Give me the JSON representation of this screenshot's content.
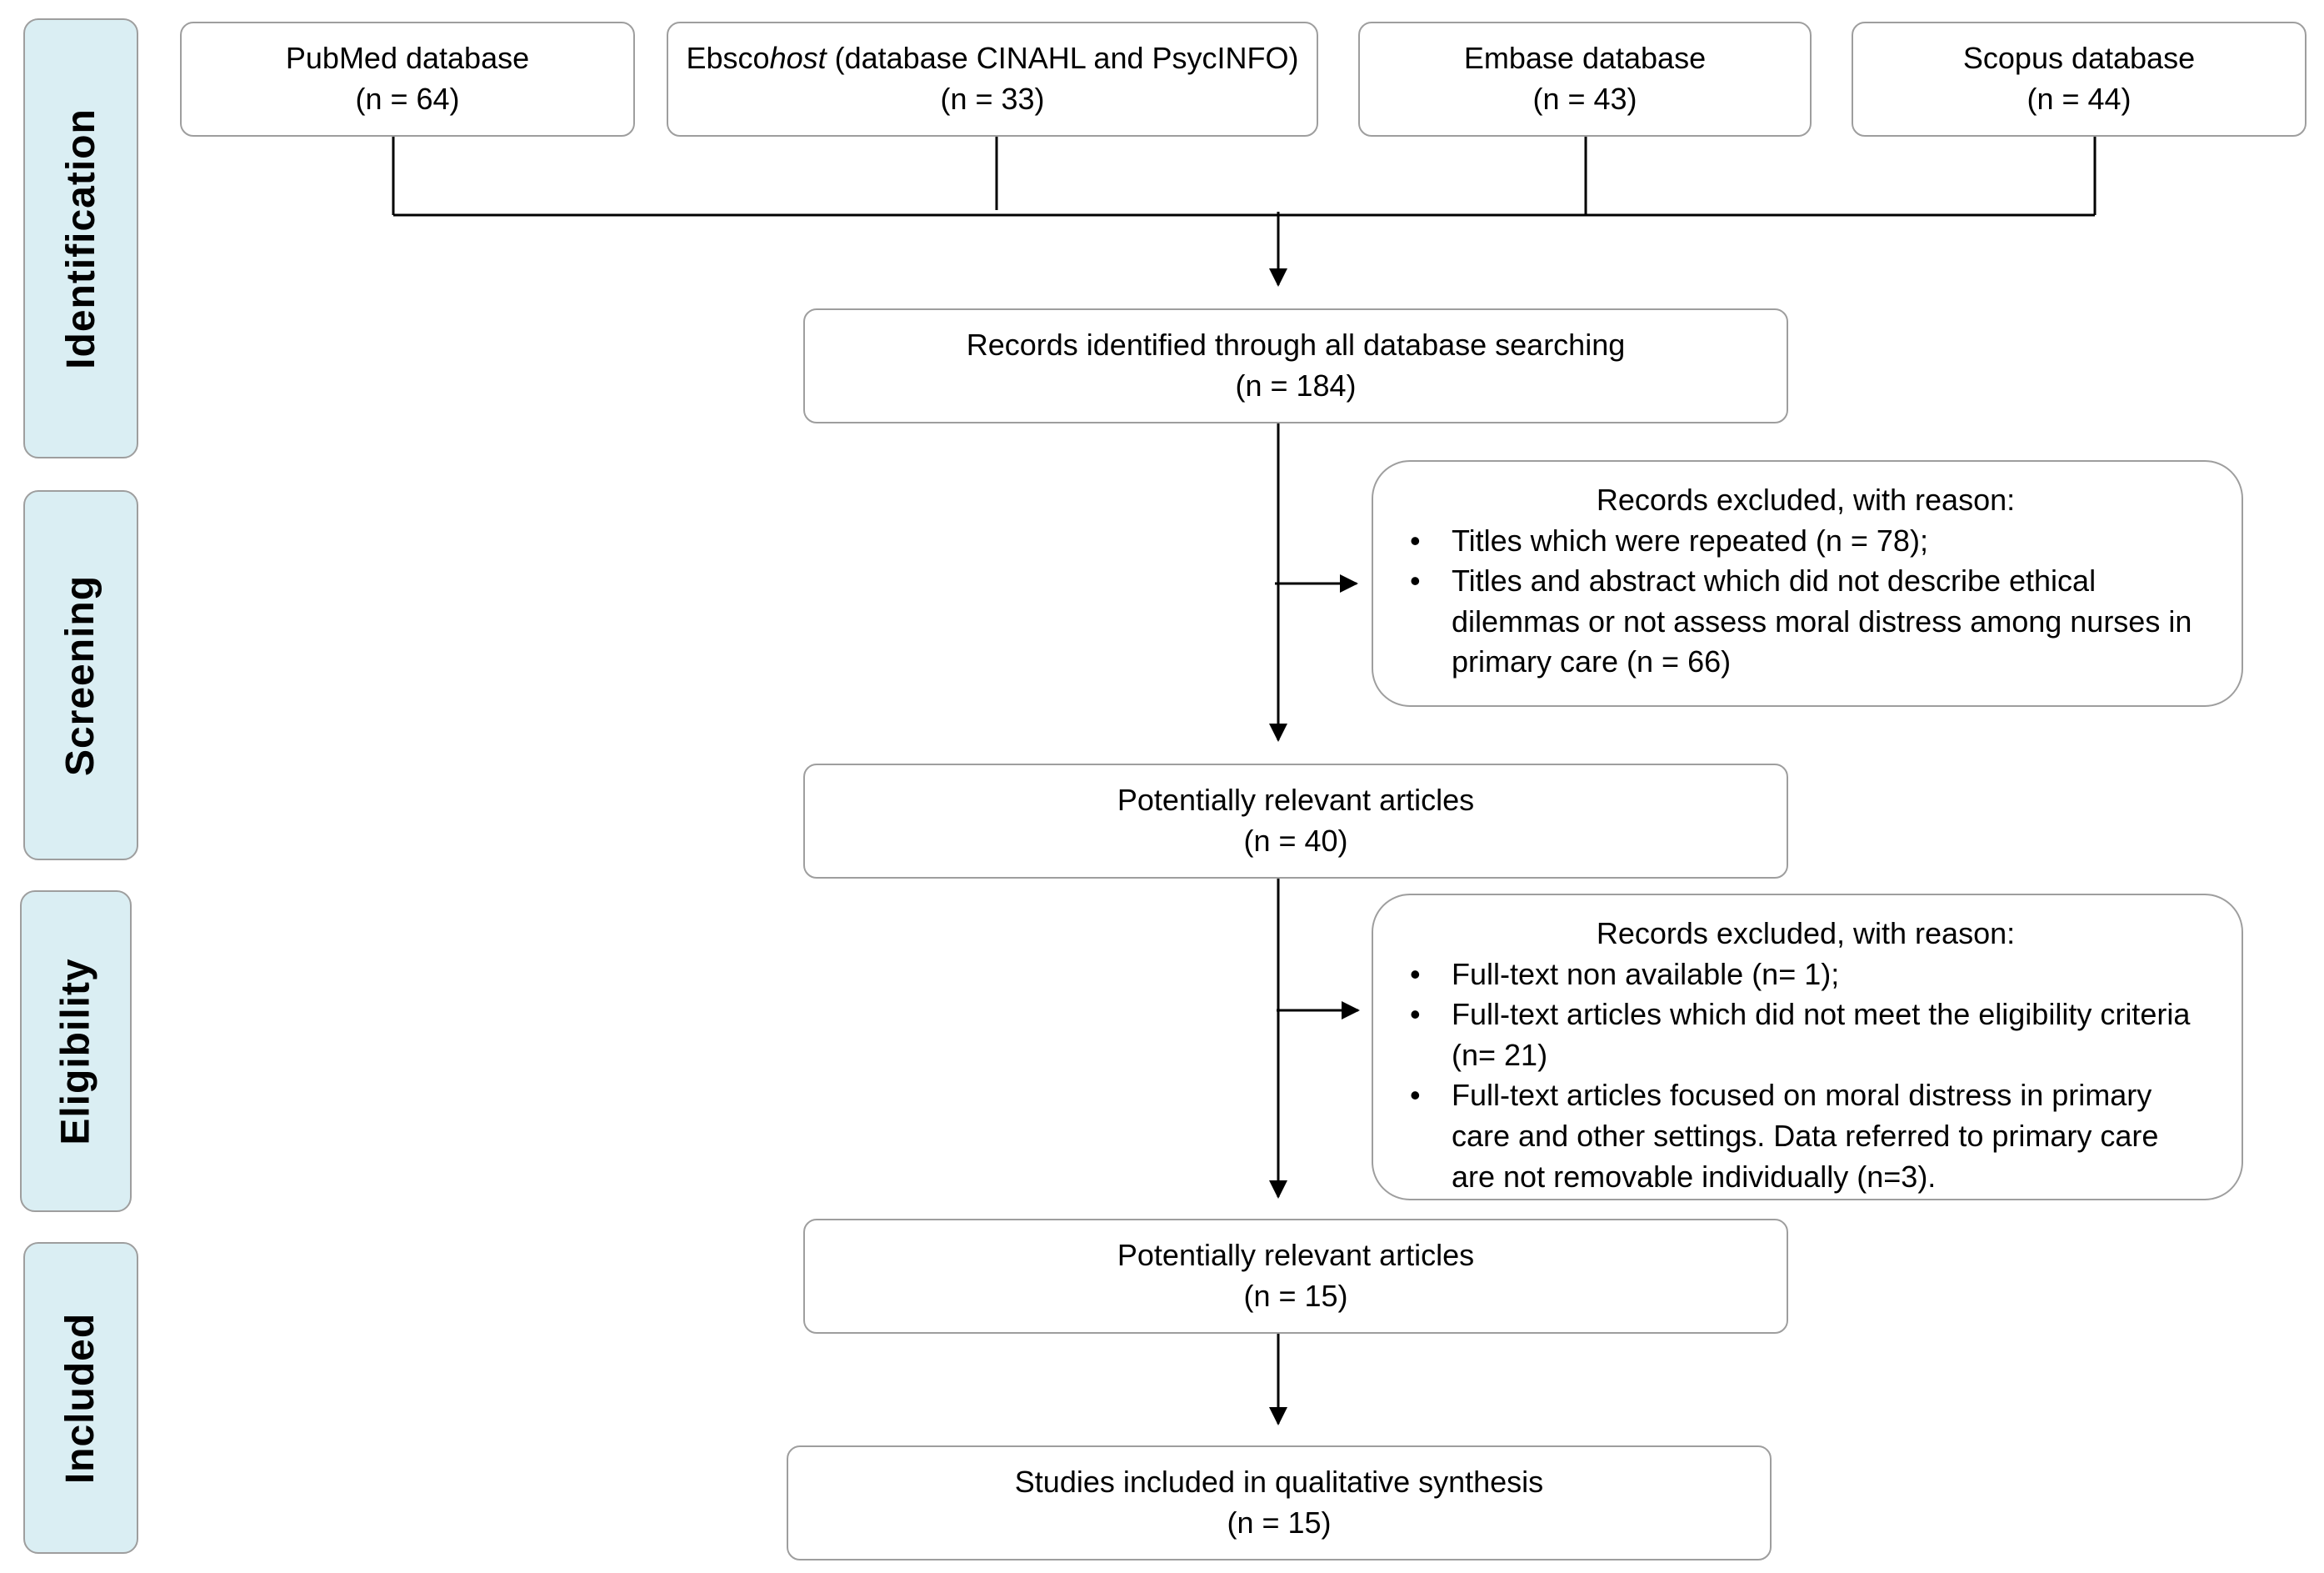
{
  "stages": [
    "Identification",
    "Screening",
    "Eligibility",
    "Included"
  ],
  "sources": [
    {
      "name": "PubMed database",
      "count": "(n = 64)"
    },
    {
      "name_prefix": "Ebsco",
      "name_italic": "host",
      "name_suffix": " (database CINAHL and PsycINFO)",
      "count": "(n = 33)"
    },
    {
      "name": "Embase database",
      "count": "(n = 43)"
    },
    {
      "name": "Scopus database",
      "count": "(n = 44)"
    }
  ],
  "identified": {
    "label": "Records identified through all database searching",
    "count": "(n = 184)"
  },
  "screening_exclusion": {
    "header": "Records excluded, with reason:",
    "items": [
      "Titles which were repeated (n = 78);",
      "Titles and abstract which did not describe ethical dilemmas or not assess moral distress among nurses in primary care (n = 66)"
    ]
  },
  "relevant_1": {
    "label": "Potentially relevant articles",
    "count": "(n = 40)"
  },
  "eligibility_exclusion": {
    "header": "Records excluded, with reason:",
    "items": [
      "Full-text non available (n= 1);",
      "Full-text articles which did not meet the eligibility criteria (n= 21)",
      "Full-text articles focused on moral distress in primary care and other settings. Data referred to primary care are not removable individually (n=3)."
    ]
  },
  "relevant_2": {
    "label": "Potentially relevant articles",
    "count": "(n = 15)"
  },
  "included": {
    "label": "Studies included in qualitative synthesis",
    "count": "(n = 15)"
  }
}
